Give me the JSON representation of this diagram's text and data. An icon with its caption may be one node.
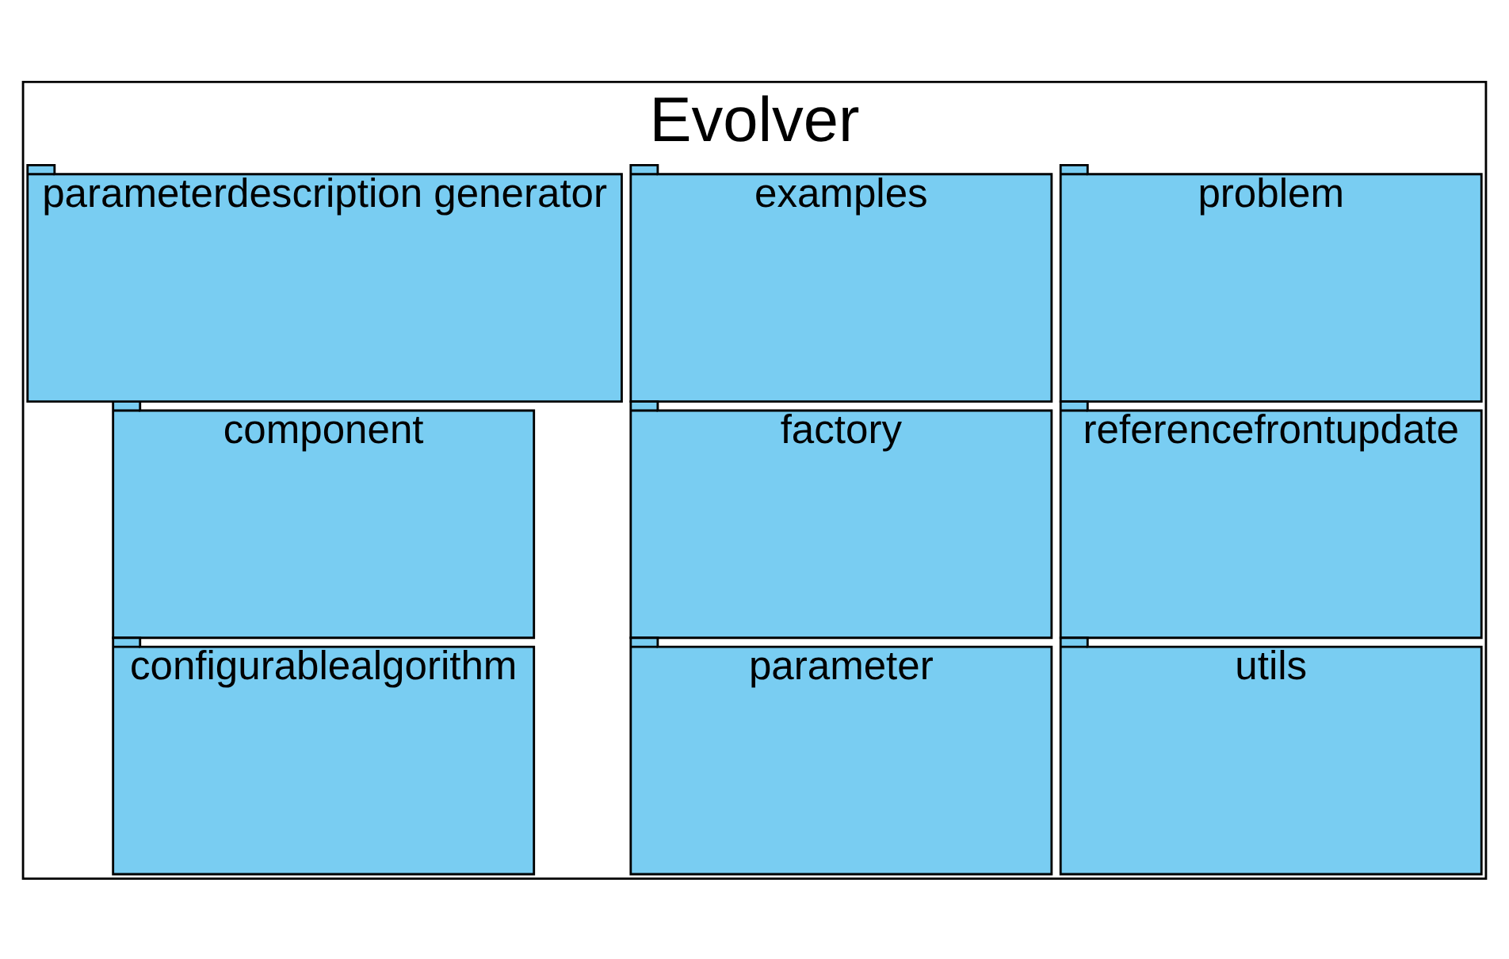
{
  "diagram": {
    "nodes": [
      {
        "text": [
          "Evolver"
        ]
      },
      {
        "text": [
          "component"
        ],
        "in": 0
      },
      {
        "text": [
          "configurablealgorithm"
        ],
        "in": 0
      },
      {
        "text": [
          "examples"
        ],
        "in": 0
      },
      {
        "text": [
          "factory"
        ],
        "in": 0
      },
      {
        "text": [
          "parameter"
        ],
        "in": 0
      },
      {
        "text": [
          "parameterdescription generator"
        ],
        "in": 0
      },
      {
        "text": [
          "problem"
        ],
        "in": 0
      },
      {
        "text": [
          "referencefrontupdate"
        ],
        "in": 0
      },
      {
        "text": [
          "utils"
        ],
        "in": 0
      }
    ]
  }
}
